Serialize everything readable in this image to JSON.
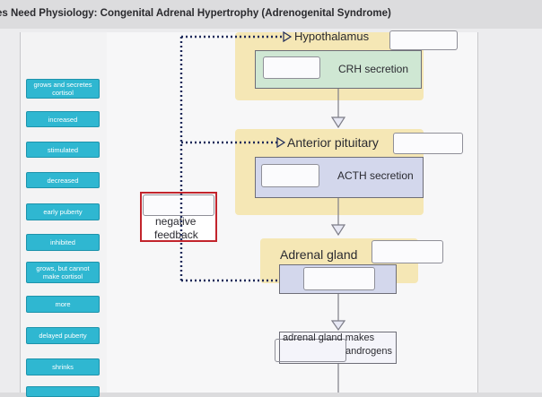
{
  "header": {
    "title": "es Need Physiology: Congenital Adrenal Hypertrophy (Adrenogenital Syndrome)"
  },
  "word_bank": {
    "items": [
      {
        "label": "grows and secretes cortisol"
      },
      {
        "label": "increased"
      },
      {
        "label": "stimulated"
      },
      {
        "label": "decreased"
      },
      {
        "label": "early puberty"
      },
      {
        "label": "inhibited"
      },
      {
        "label": "grows, but cannot make cortisol"
      },
      {
        "label": "more"
      },
      {
        "label": "delayed puberty"
      },
      {
        "label": "shrinks"
      }
    ]
  },
  "diagram": {
    "hypothalamus": "Hypothalamus",
    "crh_secretion": "CRH secretion",
    "anterior_pituitary": "Anterior pituitary",
    "acth_secretion": "ACTH secretion",
    "adrenal_gland": "Adrenal gland",
    "androgens_line1": "adrenal gland makes",
    "androgens_line2": "androgens",
    "negative_line1": "negative",
    "negative_line2": "feedback"
  },
  "colors": {
    "chip": "#2fb7d1",
    "zone": "#f5e7b5",
    "feedback_border": "#c2242c"
  }
}
